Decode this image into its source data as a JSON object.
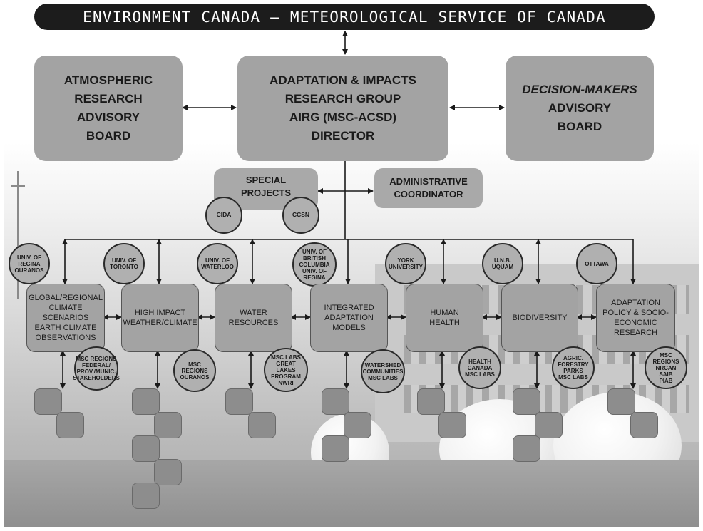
{
  "header": {
    "title": "ENVIRONMENT CANADA — METEOROLOGICAL SERVICE OF CANADA"
  },
  "top_boxes": {
    "atmospheric": {
      "lines": [
        "ATMOSPHERIC",
        "RESEARCH",
        "ADVISORY",
        "BOARD"
      ]
    },
    "airg": {
      "lines": [
        "ADAPTATION & IMPACTS",
        "RESEARCH GROUP",
        "AIRG (MSC-ACSD)",
        "DIRECTOR"
      ]
    },
    "decision": {
      "line1": "DECISION-MAKERS",
      "line2": "ADVISORY",
      "line3": "BOARD"
    }
  },
  "special_projects": {
    "line1": "SPECIAL",
    "line2": "PROJECTS"
  },
  "admin": {
    "line1": "ADMINISTRATIVE",
    "line2": "COORDINATOR"
  },
  "sp_circles": {
    "cida": "CIDA",
    "ccsn": "CCSN"
  },
  "univ_circles": [
    {
      "lines": [
        "UNIV. OF",
        "REGINA",
        "OURANOS"
      ]
    },
    {
      "lines": [
        "UNIV. OF",
        "TORONTO"
      ]
    },
    {
      "lines": [
        "UNIV. OF",
        "WATERLOO"
      ]
    },
    {
      "lines": [
        "UNIV. OF",
        "BRITISH",
        "COLUMBIA",
        "UNIV. OF",
        "REGINA"
      ]
    },
    {
      "lines": [
        "YORK",
        "UNIVERSITY"
      ]
    },
    {
      "lines": [
        "U.N.B.",
        "UQUAM"
      ]
    },
    {
      "lines": [
        "OTTAWA"
      ]
    }
  ],
  "groups": [
    {
      "lines": [
        "GLOBAL/REGIONAL",
        "CLIMATE SCENARIOS",
        "EARTH CLIMATE",
        "OBSERVATIONS"
      ]
    },
    {
      "lines": [
        "HIGH IMPACT",
        "WEATHER/CLIMATE"
      ]
    },
    {
      "lines": [
        "WATER",
        "RESOURCES"
      ]
    },
    {
      "lines": [
        "INTEGRATED",
        "ADAPTATION",
        "MODELS"
      ]
    },
    {
      "lines": [
        "HUMAN",
        "HEALTH"
      ]
    },
    {
      "lines": [
        "BIODIVERSITY"
      ]
    },
    {
      "lines": [
        "ADAPTATION",
        "POLICY & SOCIO-",
        "ECONOMIC",
        "RESEARCH"
      ]
    }
  ],
  "partner_circles": [
    {
      "lines": [
        "MSC REGIONS",
        "FEDERAL/",
        "PROV./MUNIC.",
        "STAKEHOLDERS"
      ]
    },
    {
      "lines": [
        "MSC REGIONS",
        "OURANOS"
      ]
    },
    {
      "lines": [
        "MSC LABS",
        "GREAT LAKES",
        "PROGRAM",
        "NWRI"
      ]
    },
    {
      "lines": [
        "WATERSHED",
        "COMMUNITIES",
        "MSC LABS"
      ]
    },
    {
      "lines": [
        "HEALTH",
        "CANADA",
        "MSC LABS"
      ]
    },
    {
      "lines": [
        "AGRIC.",
        "FORESTRY",
        "PARKS",
        "MSC LABS"
      ]
    },
    {
      "lines": [
        "MSC REGIONS",
        "NRCAN",
        "SAIB",
        "PIAB"
      ]
    }
  ],
  "colors": {
    "box": "#a3a3a3",
    "header": "#1c1c1c",
    "square": "#8d8d8d",
    "line": "#1a1a1a"
  }
}
